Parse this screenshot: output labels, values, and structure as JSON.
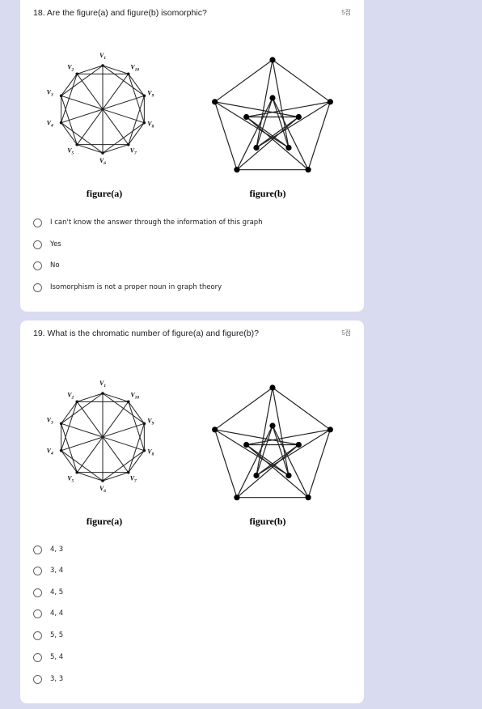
{
  "q18": {
    "title": "18. Are the figure(a) and figure(b) isomorphic?",
    "points": "5점",
    "figure_a_label": "figure(a)",
    "figure_b_label": "figure(b)",
    "options": [
      "I can't know the answer through the information of this graph",
      "Yes",
      "No",
      "Isomorphism is not a proper noun in graph theory"
    ]
  },
  "q19": {
    "title": "19. What is the chromatic number of figure(a) and figure(b)?",
    "points": "5점",
    "figure_a_label": "figure(a)",
    "figure_b_label": "figure(b)",
    "options": [
      "4, 3",
      "3, 4",
      "4, 5",
      "4, 4",
      "5, 5",
      "5, 4",
      "3, 3"
    ]
  },
  "vertex_labels": {
    "v1": "V",
    "s1": "1",
    "v2": "V",
    "s2": "2",
    "v3": "V",
    "s3": "3",
    "v4": "V",
    "s4": "4",
    "v5": "V",
    "s5": "5",
    "v6": "V",
    "s6": "6",
    "v7": "V",
    "s7": "7",
    "v8": "V",
    "s8": "8",
    "v9": "V",
    "s9": "9",
    "v10": "V",
    "s10": "10"
  }
}
